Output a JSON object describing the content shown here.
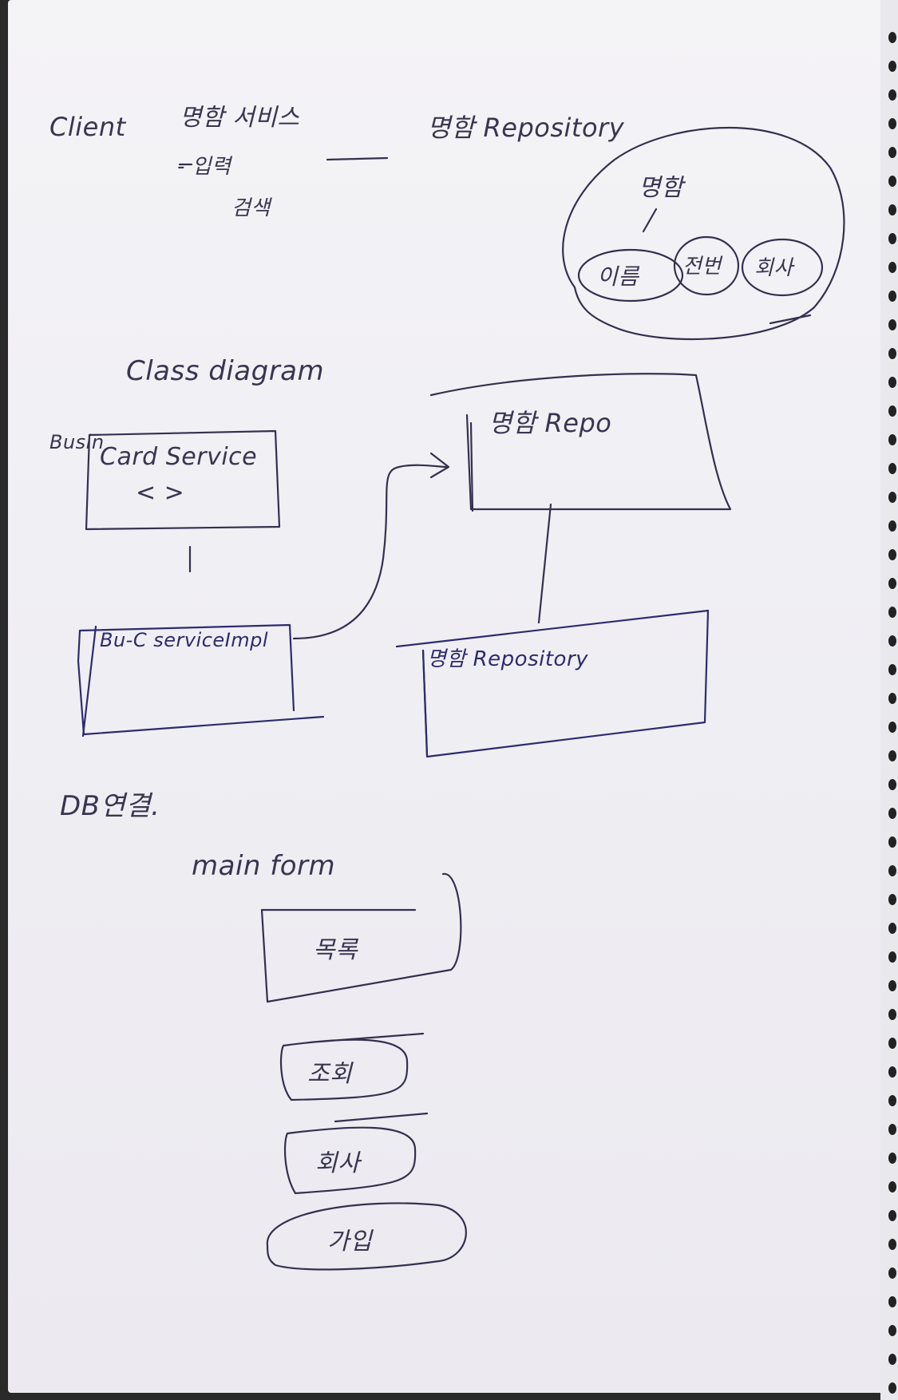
{
  "header": {
    "client": "Client",
    "service": "명함 서비스",
    "service_items": [
      "- 입력",
      "검색"
    ],
    "repository": "명함 Repository"
  },
  "repo_cloud": {
    "title": "명함",
    "fields": [
      "이름",
      "전번",
      "회사"
    ]
  },
  "class_diagram": {
    "title": "Class diagram",
    "interface_tag": "Busin",
    "card_service": "Card Service",
    "card_service_stereotype": "< >",
    "impl": "Bu-C serviceImpl",
    "repo_interface": "명함 Repo",
    "repo_impl": "명함 Repository"
  },
  "db": {
    "title": "DB연결.",
    "main_form": "main form",
    "buttons": [
      "목록",
      "조회",
      "회사",
      "가입"
    ]
  }
}
